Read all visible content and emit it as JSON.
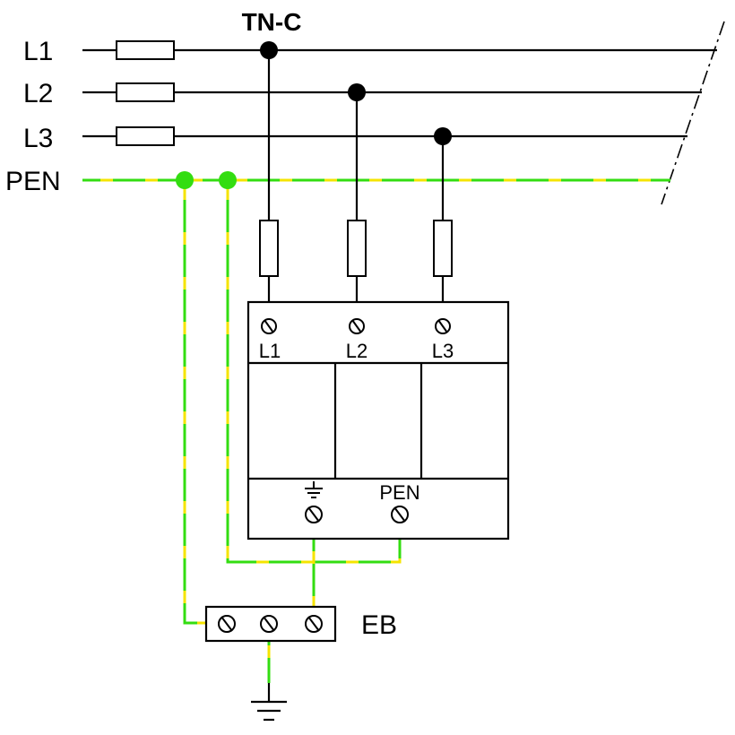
{
  "title": "TN-C",
  "lines": {
    "l1": "L1",
    "l2": "L2",
    "l3": "L3",
    "pen": "PEN"
  },
  "spd": {
    "terminal_l1": "L1",
    "terminal_l2": "L2",
    "terminal_l3": "L3",
    "terminal_pen": "PEN"
  },
  "equipotential_bar": "EB",
  "colors": {
    "conductor": "#000000",
    "pe_green": "#33dd11",
    "pe_yellow": "#f5e400"
  },
  "icons": [
    "fuse-icon",
    "terminal-screw-icon",
    "earth-ground-icon",
    "junction-dot-icon"
  ]
}
